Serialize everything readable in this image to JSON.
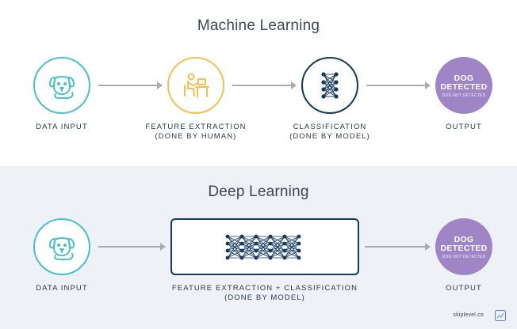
{
  "machine_learning": {
    "title": "Machine Learning",
    "steps": [
      {
        "label": "DATA INPUT",
        "icon": "dog-icon"
      },
      {
        "label_line1": "FEATURE EXTRACTION",
        "label_line2": "(DONE BY HUMAN)",
        "icon": "human-at-desk-icon"
      },
      {
        "label_line1": "CLASSIFICATION",
        "label_line2": "(DONE BY MODEL)",
        "icon": "neural-network-icon"
      },
      {
        "label": "OUTPUT",
        "result": "DOG DETECTED",
        "result_alt": "DOG NOT DETECTED"
      }
    ]
  },
  "deep_learning": {
    "title": "Deep Learning",
    "steps": [
      {
        "label": "DATA INPUT",
        "icon": "dog-icon"
      },
      {
        "label_line1": "FEATURE EXTRACTION + CLASSIFICATION",
        "label_line2": "(DONE BY MODEL)",
        "icon": "deep-neural-network-icon"
      },
      {
        "label": "OUTPUT",
        "result": "DOG DETECTED",
        "result_alt": "DOG NOT DETECTED"
      }
    ]
  },
  "brand": "skiplevel.co",
  "colors": {
    "teal": "#4bbfca",
    "yellow": "#f2c14e",
    "navy": "#15395b",
    "purple": "#a085c6",
    "arrow": "#a8adb4",
    "dl_bg": "#eef1f5"
  }
}
